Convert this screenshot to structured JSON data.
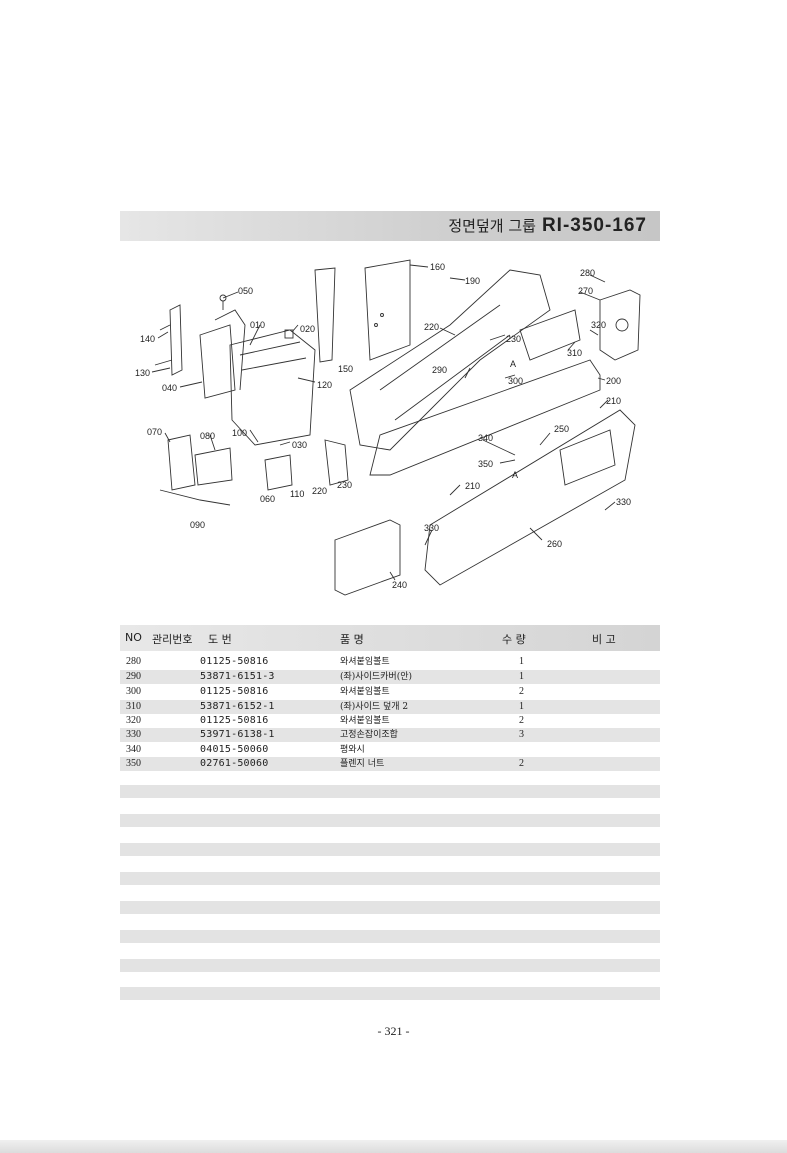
{
  "header": {
    "title_korean": "정면덮개 그룹",
    "title_code": "RI-350-167"
  },
  "diagram": {
    "callouts": [
      "050",
      "010",
      "020",
      "140",
      "130",
      "040",
      "120",
      "070",
      "080",
      "100",
      "030",
      "060",
      "110",
      "220",
      "230",
      "090",
      "150",
      "160",
      "190",
      "220",
      "230",
      "290",
      "300",
      "280",
      "270",
      "320",
      "310",
      "200",
      "210",
      "340",
      "350",
      "A",
      "A",
      "250",
      "210",
      "330",
      "330",
      "260",
      "240"
    ]
  },
  "table": {
    "headers": {
      "no": "NO",
      "mgmt": "관리번호",
      "drawing": "도      번",
      "name": "품                    명",
      "qty": "수     량",
      "remark": "비   고"
    },
    "rows": [
      {
        "no": "280",
        "drawing": "01125-50816",
        "name": "와셔붙임볼트",
        "qty": "1"
      },
      {
        "no": "290",
        "drawing": "53871-6151-3",
        "name": "(좌)사이드카버(안)",
        "qty": "1"
      },
      {
        "no": "300",
        "drawing": "01125-50816",
        "name": "와셔붙임볼트",
        "qty": "2"
      },
      {
        "no": "310",
        "drawing": "53871-6152-1",
        "name": "(좌)사이드 덮개 2",
        "qty": "1"
      },
      {
        "no": "320",
        "drawing": "01125-50816",
        "name": "와셔붙임볼트",
        "qty": "2"
      },
      {
        "no": "330",
        "drawing": "53971-6138-1",
        "name": "고정손잡이조합",
        "qty": "3"
      },
      {
        "no": "340",
        "drawing": "04015-50060",
        "name": "평와시",
        "qty": ""
      },
      {
        "no": "350",
        "drawing": "02761-50060",
        "name": "플렌지 너트",
        "qty": "2"
      }
    ]
  },
  "page_number": "- 321 -"
}
